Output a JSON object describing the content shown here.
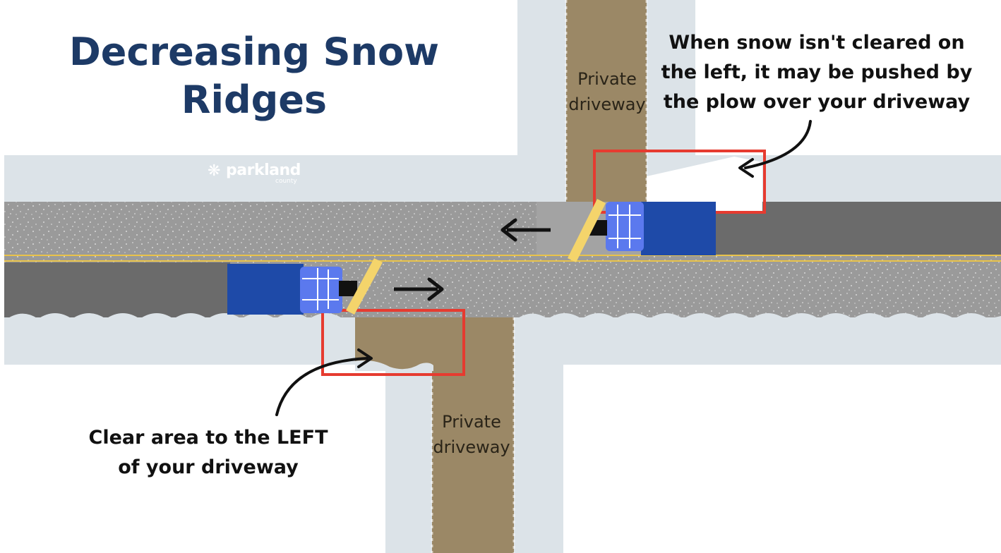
{
  "title": {
    "line1": "Decreasing Snow",
    "line2": "Ridges"
  },
  "logo": {
    "name": "parkland",
    "sub": "county",
    "icon": "leaf-swoosh-icon"
  },
  "driveways": {
    "top": {
      "line1": "Private",
      "line2": "driveway"
    },
    "bottom": {
      "line1": "Private",
      "line2": "driveway"
    }
  },
  "annotations": {
    "top_right": {
      "line1": "When snow isn't cleared on",
      "line2": "the left, it may be pushed by",
      "line3": "the plow over your driveway"
    },
    "bottom_left": {
      "line1": "Clear area to the LEFT",
      "line2": "of your driveway"
    }
  },
  "icons": [
    "snowplow-icon",
    "direction-arrow-icon",
    "curved-arrow-icon",
    "highlight-box"
  ],
  "colors": {
    "title": "#1d3a66",
    "snow": "#dce3e8",
    "road": "#9a9a9a",
    "road_dark": "#6b6b6b",
    "driveway": "#9b8866",
    "plow_body": "#1e4aa8",
    "plow_cab": "#5b79ee",
    "blade": "#f4d46b",
    "highlight": "#e63b30",
    "centerline": "#e9c34a"
  }
}
